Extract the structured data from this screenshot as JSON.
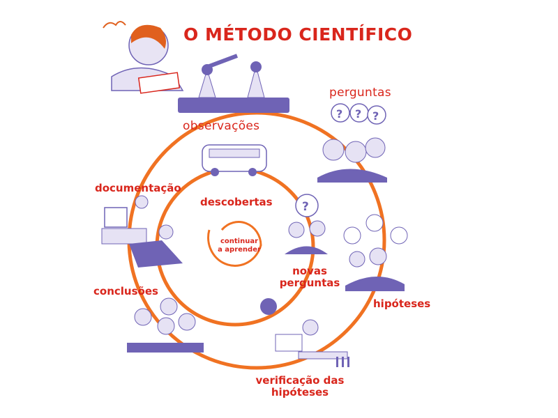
{
  "title": "O MÉTODO CIENTÍFICO",
  "outer_cycle": {
    "observacoes": "observações",
    "perguntas": "perguntas",
    "hipoteses": "hipóteses",
    "verificacao_line1": "verificação das",
    "verificacao_line2": "hipóteses",
    "conclusoes": "conclusões",
    "documentacao": "documentação"
  },
  "inner_cycle": {
    "descobertas": "descobertas",
    "novas_line1": "novas",
    "novas_line2": "perguntas",
    "center_line1": "continuar",
    "center_line2": "a aprender"
  },
  "colors": {
    "accent_red": "#d9261c",
    "ring_orange": "#f07222",
    "illustration_purple": "#6f63b5",
    "illustration_light": "#e6e2f4"
  }
}
